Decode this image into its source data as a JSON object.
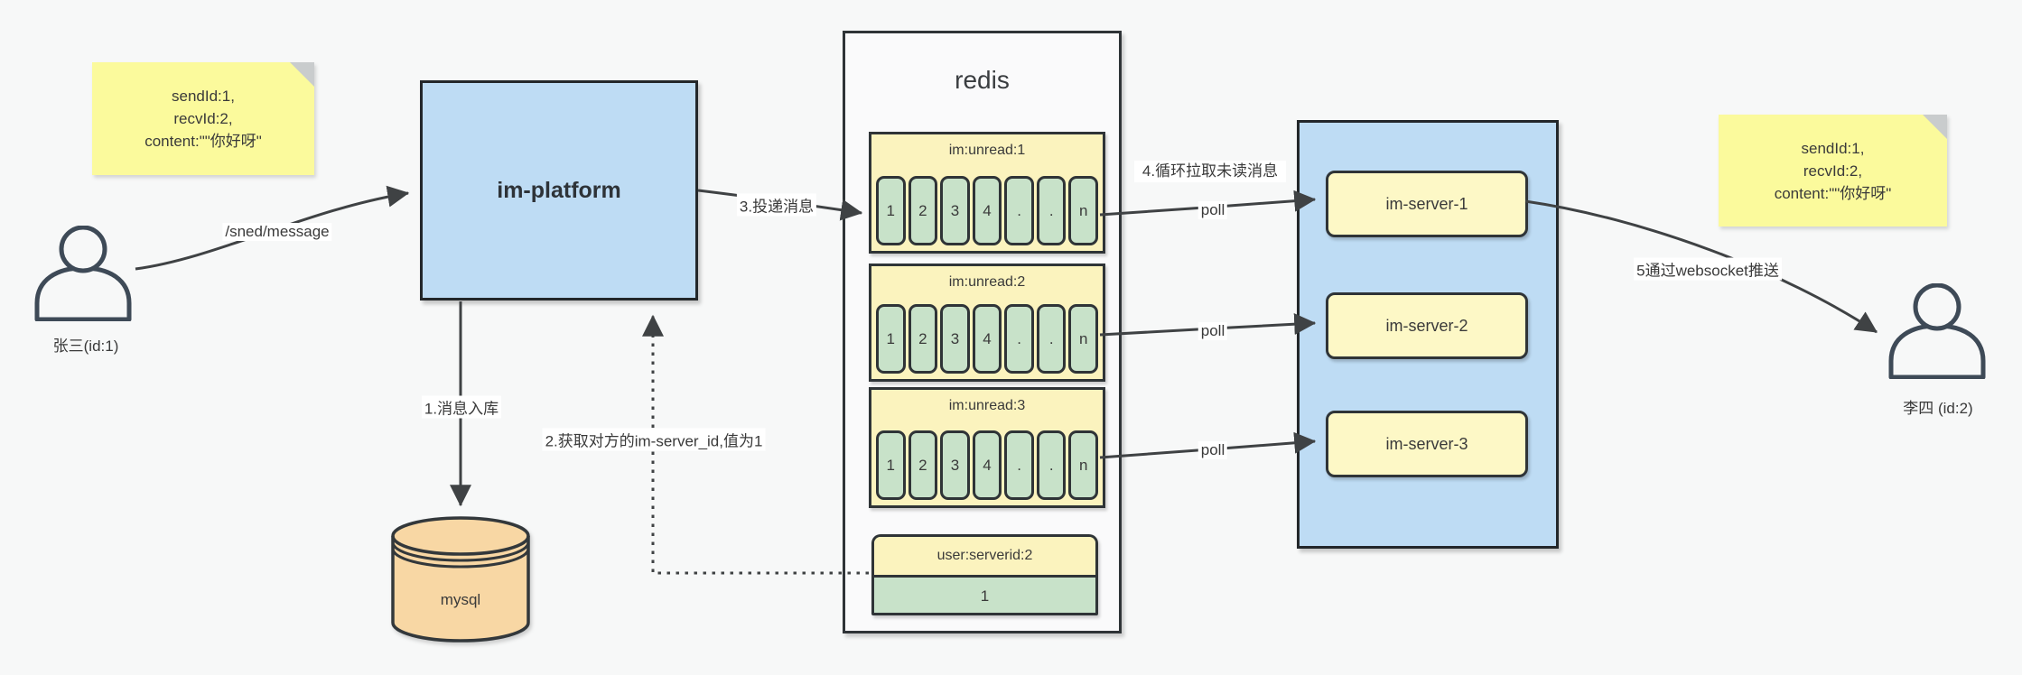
{
  "diagram_title": "im message delivery flow",
  "colors": {
    "background": "#F7F8F8",
    "note_yellow": "#FBFA9C",
    "box_blue": "#BEDCF4",
    "queue_yellow": "#FBF3BE",
    "server_yellow": "#FDF8C6",
    "cell_green": "#C8E2C9",
    "mysql_tan": "#F8D7A4",
    "line_dark": "#3F4244",
    "person_stroke": "#3E4A57"
  },
  "actors": {
    "sender": {
      "label": "张三(id:1)"
    },
    "receiver": {
      "label": "李四 (id:2)"
    }
  },
  "notes": {
    "left": {
      "lines": [
        "sendId:1,",
        "recvId:2,",
        "content:\"\"你好呀\""
      ]
    },
    "right": {
      "lines": [
        "sendId:1,",
        "recvId:2,",
        "content:\"\"你好呀\""
      ]
    }
  },
  "platform": {
    "label": "im-platform"
  },
  "database": {
    "label": "mysql"
  },
  "redis": {
    "title": "redis",
    "queues": [
      {
        "title": "im:unread:1",
        "cells": [
          "1",
          "2",
          "3",
          "4",
          ".",
          ".",
          "n"
        ]
      },
      {
        "title": "im:unread:2",
        "cells": [
          "1",
          "2",
          "3",
          "4",
          ".",
          ".",
          "n"
        ]
      },
      {
        "title": "im:unread:3",
        "cells": [
          "1",
          "2",
          "3",
          "4",
          ".",
          ".",
          "n"
        ]
      }
    ],
    "kv": {
      "title": "user:serverid:2",
      "value": "1"
    }
  },
  "servers": {
    "items": [
      {
        "label": "im-server-1"
      },
      {
        "label": "im-server-2"
      },
      {
        "label": "im-server-3"
      }
    ]
  },
  "edges": {
    "send": "/sned/message",
    "step1": "1.消息入库",
    "step2": "2.获取对方的im-server_id,值为1",
    "step3": "3.投递消息",
    "step4": "4.循环拉取未读消息",
    "step5": "5通过websocket推送",
    "poll": "poll"
  }
}
